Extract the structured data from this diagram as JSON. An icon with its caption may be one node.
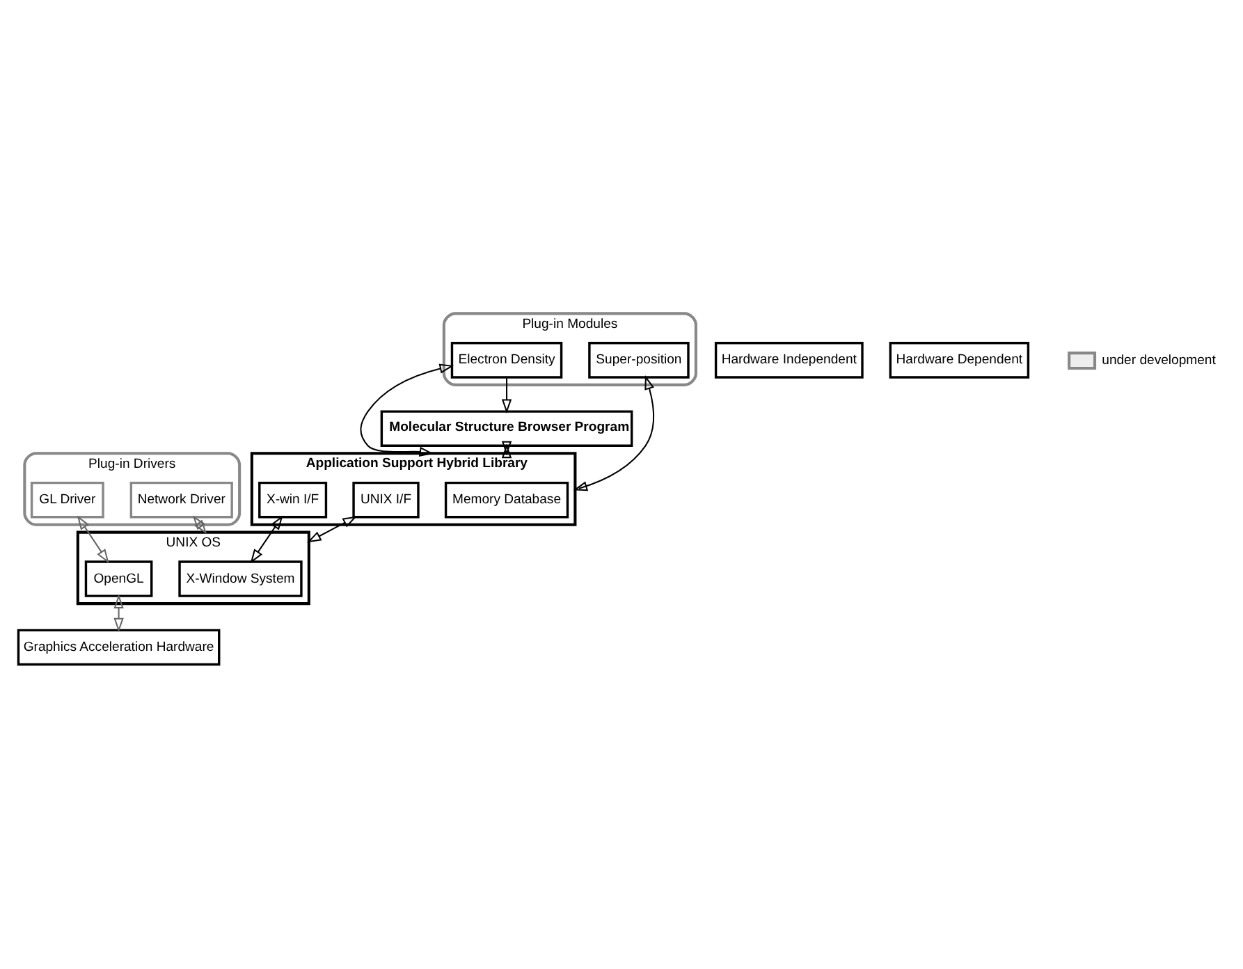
{
  "diagram": {
    "nodes": [
      {
        "text": [
          "Molecular Structure Browser Program"
        ]
      },
      {
        "text": [
          "Plug-in Modules"
        ]
      },
      {
        "text": [
          "Electron Density"
        ],
        "in": 1
      },
      {
        "text": [
          "Super-position"
        ],
        "in": 1
      },
      {
        "text": [
          "Application Support Hybrid Library"
        ]
      },
      {
        "text": [
          "Memory Database"
        ],
        "in": 4
      },
      {
        "text": [
          "UNIX I/F"
        ],
        "in": 4
      },
      {
        "text": [
          "X-win I/F"
        ],
        "in": 4
      },
      {
        "text": [
          "Plug-in Drivers"
        ]
      },
      {
        "text": [
          "GL Driver"
        ],
        "in": 8
      },
      {
        "text": [
          "Network Driver"
        ],
        "in": 8
      },
      {
        "text": [
          "UNIX OS"
        ]
      },
      {
        "text": [
          "X-Window System"
        ],
        "in": 11
      },
      {
        "text": [
          "OpenGL"
        ],
        "in": 11
      },
      {
        "text": [
          "Graphics Acceleration Hardware"
        ]
      },
      {
        "text": [
          "Hardware Independent"
        ]
      },
      {
        "text": [
          "Hardware Dependent"
        ]
      }
    ],
    "edges": [
      {
        "from": 2,
        "to": 0,
        "arrow": "to"
      },
      {
        "from": 0,
        "to": 4,
        "arrow": "both"
      },
      {
        "from": 2,
        "to": 4,
        "arrow": "both"
      },
      {
        "from": 3,
        "to": 4,
        "arrow": "both"
      },
      {
        "from": 6,
        "to": 11,
        "arrow": "both"
      },
      {
        "from": 7,
        "to": 12,
        "arrow": "both"
      },
      {
        "from": 9,
        "to": 13,
        "arrow": "both",
        "color": "#666666"
      },
      {
        "from": 10,
        "to": 11,
        "arrow": "both",
        "color": "#666666"
      },
      {
        "from": 13,
        "to": 14,
        "arrow": "both",
        "color": "#666666"
      }
    ],
    "legend": [
      {
        "text": "under development"
      }
    ]
  }
}
